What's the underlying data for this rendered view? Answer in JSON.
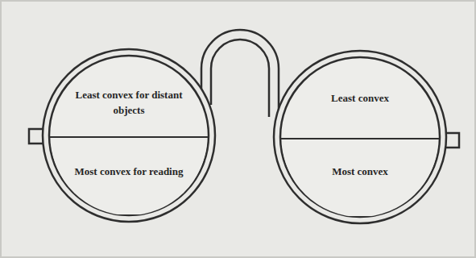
{
  "diagram": {
    "nodes": [
      {
        "text": [
          "Least convex for distant objects"
        ]
      },
      {
        "text": [
          "Most convex for reading"
        ]
      },
      {
        "text": [
          "Least convex"
        ]
      },
      {
        "text": [
          "Most convex"
        ]
      }
    ]
  }
}
